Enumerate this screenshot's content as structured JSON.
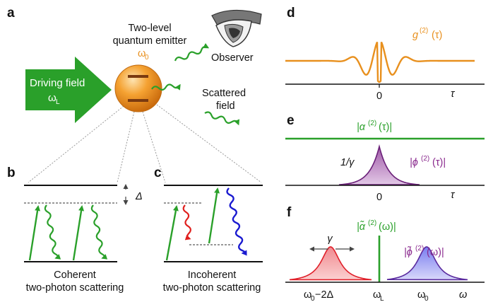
{
  "panels": {
    "a": {
      "letter": "a",
      "emitter_title_line1": "Two-level",
      "emitter_title_line2": "quantum emitter",
      "emitter_freq": "ω",
      "emitter_freq_sub": "0",
      "driving_line1": "Driving field",
      "driving_line2": "ω",
      "driving_sub": "L",
      "observer": "Observer",
      "scattered_line1": "Scattered",
      "scattered_line2": "field"
    },
    "b": {
      "letter": "b",
      "delta": "Δ",
      "caption_line1": "Coherent",
      "caption_line2": "two-photon scattering"
    },
    "c": {
      "letter": "c",
      "caption_line1": "Incoherent",
      "caption_line2": "two-photon scattering"
    },
    "d": {
      "letter": "d",
      "curve_label": "g",
      "curve_sup": "(2)",
      "curve_arg": "(τ)",
      "zero_tick": "0",
      "axis_label": "τ"
    },
    "e": {
      "letter": "e",
      "alpha_label": "|α",
      "alpha_sup": "(2)",
      "alpha_arg": "(τ)|",
      "phi_label": "|ϕ",
      "phi_sup": "(2)",
      "phi_arg": "(τ)|",
      "width_label": "1/γ",
      "zero_tick": "0",
      "axis_label": "τ"
    },
    "f": {
      "letter": "f",
      "alpha_label": "|α̃",
      "alpha_sup": "(2)",
      "alpha_arg": "(ω)|",
      "phi_label": "|ϕ̃",
      "phi_sup": "(2)",
      "phi_arg": "(ω)|",
      "gamma_label": "γ",
      "tick1": "ω",
      "tick1_sub": "0",
      "tick1_rest": " −2Δ",
      "tick2": "ω",
      "tick2_sub": "L",
      "tick3": "ω",
      "tick3_sub": "0",
      "axis_label": "ω"
    }
  },
  "colors": {
    "orange": "#e8901e",
    "green": "#2aa02a",
    "purple": "#8a2a8e",
    "red": "#e0201e",
    "blue": "#1a1ad0",
    "pink_fill": "#f59a9a",
    "purple_fill": "#b07ab8",
    "blue_fill": "#8a8ef0"
  }
}
